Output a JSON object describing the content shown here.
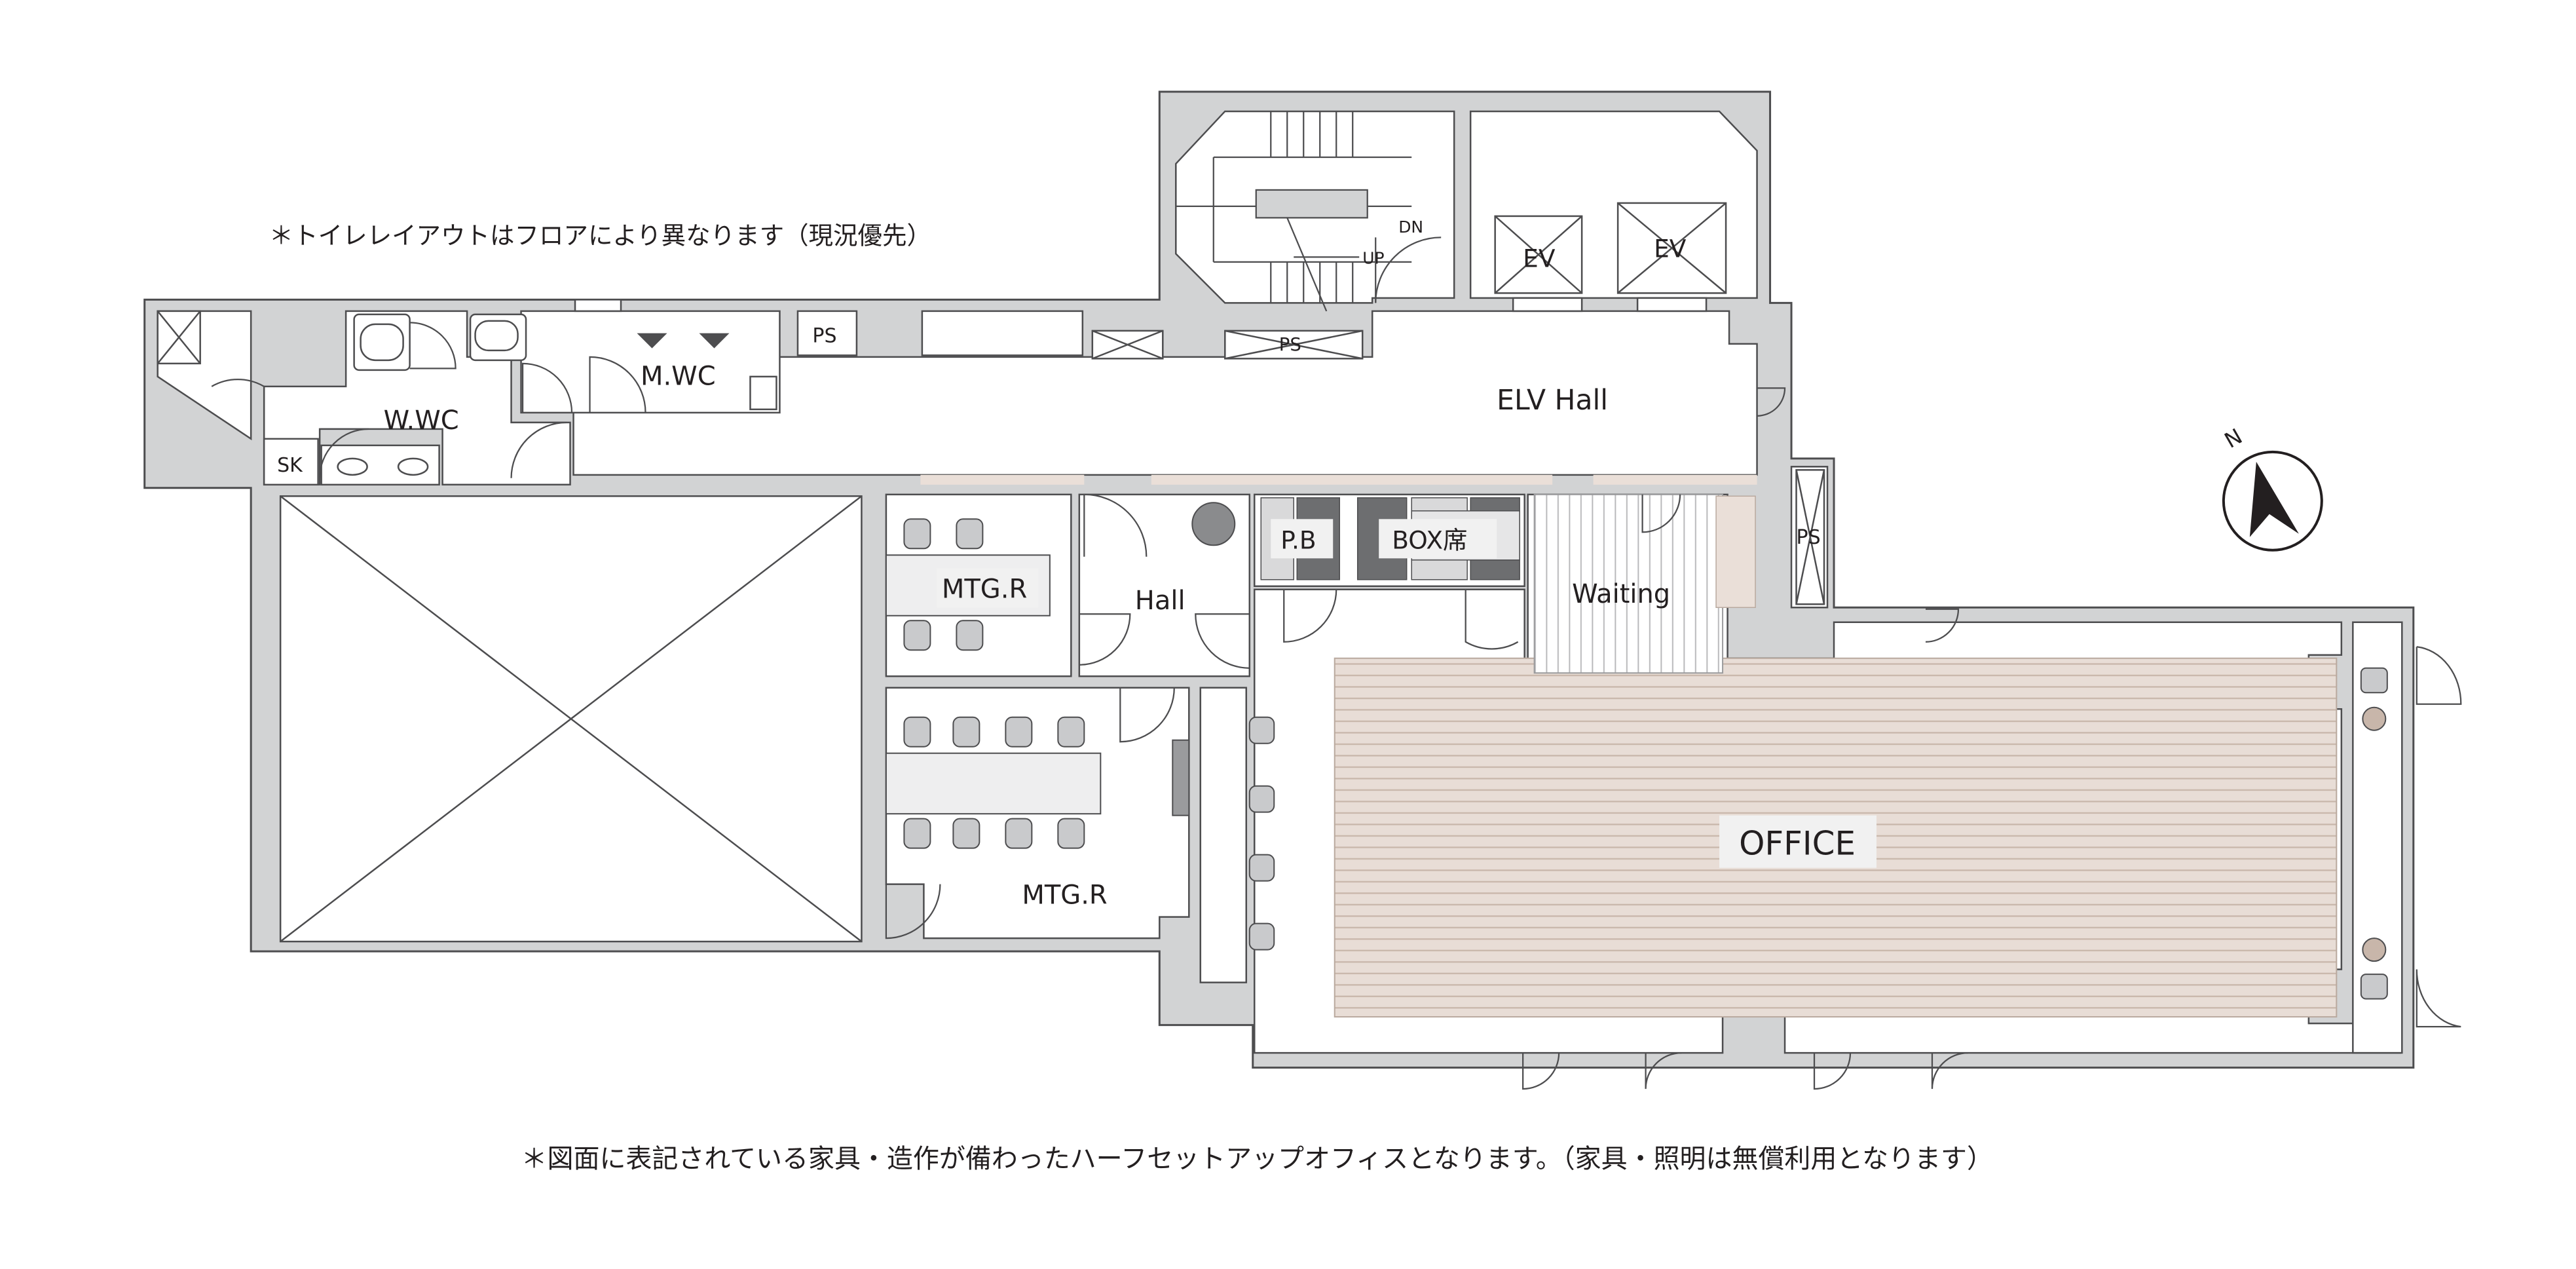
{
  "notes": {
    "toilet_layout": "＊トイレレイアウトはフロアにより異なります（現況優先）",
    "furniture": "＊図面に表記されている家具・造作が備わったハーフセットアップオフィスとなります。（家具・照明は無償利用となります）"
  },
  "rooms": {
    "w_wc": "W.WC",
    "m_wc": "M.WC",
    "sk": "SK",
    "ps_top": "PS",
    "ps_mid": "PS",
    "ps_right": "PS",
    "elv_hall": "ELV Hall",
    "ev_1": "EV",
    "ev_2": "EV",
    "dn": "DN",
    "up": "UP",
    "mtg_r_small": "MTG.R",
    "mtg_r_large": "MTG.R",
    "hall": "Hall",
    "pb": "P.B",
    "box_seat": "BOX席",
    "waiting": "Waiting",
    "office": "OFFICE"
  },
  "compass": {
    "label": "N",
    "icon": "north-arrow-icon"
  },
  "colors": {
    "wall": "#d2d3d4",
    "wall_stroke": "#4d4d4f",
    "floor_wood": "#e8ddd6",
    "floor_line": "#c8b6aa",
    "label_bg": "#f1f1f1",
    "furniture": "#c9cacc"
  }
}
